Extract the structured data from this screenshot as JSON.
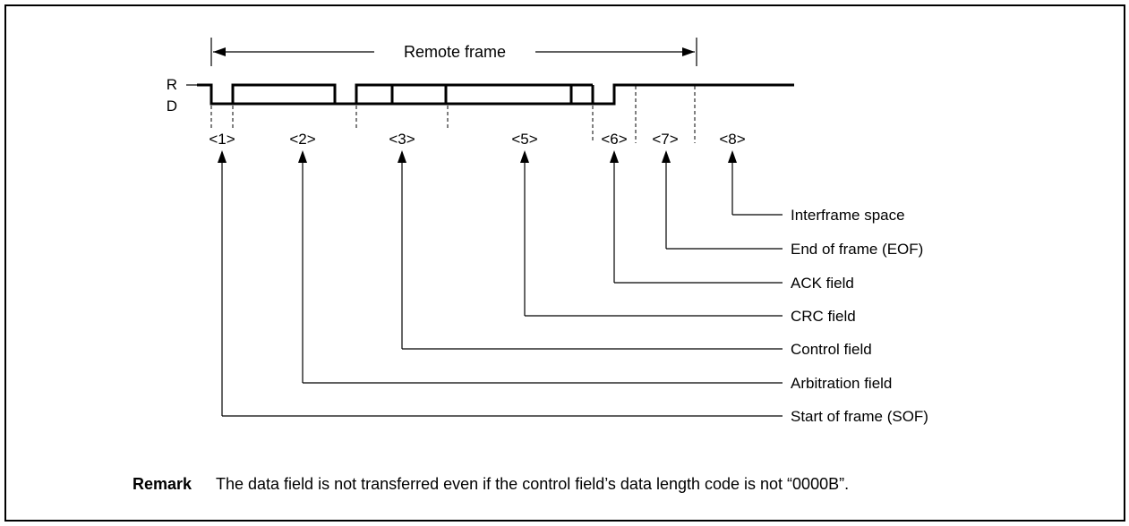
{
  "figure": {
    "title": "Remote frame",
    "levels": {
      "recessive": "R",
      "dominant": "D"
    },
    "segment_labels": [
      "<1>",
      "<2>",
      "<3>",
      "<5>",
      "<6>",
      "<7>",
      "<8>"
    ],
    "fields": [
      "Interframe space",
      "End of frame (EOF)",
      "ACK field",
      "CRC field",
      "Control field",
      "Arbitration field",
      "Start of frame (SOF)"
    ]
  },
  "remark": {
    "tag": "Remark",
    "text": "The data field is not transferred even if the control field’s data length code is not “0000B”."
  }
}
